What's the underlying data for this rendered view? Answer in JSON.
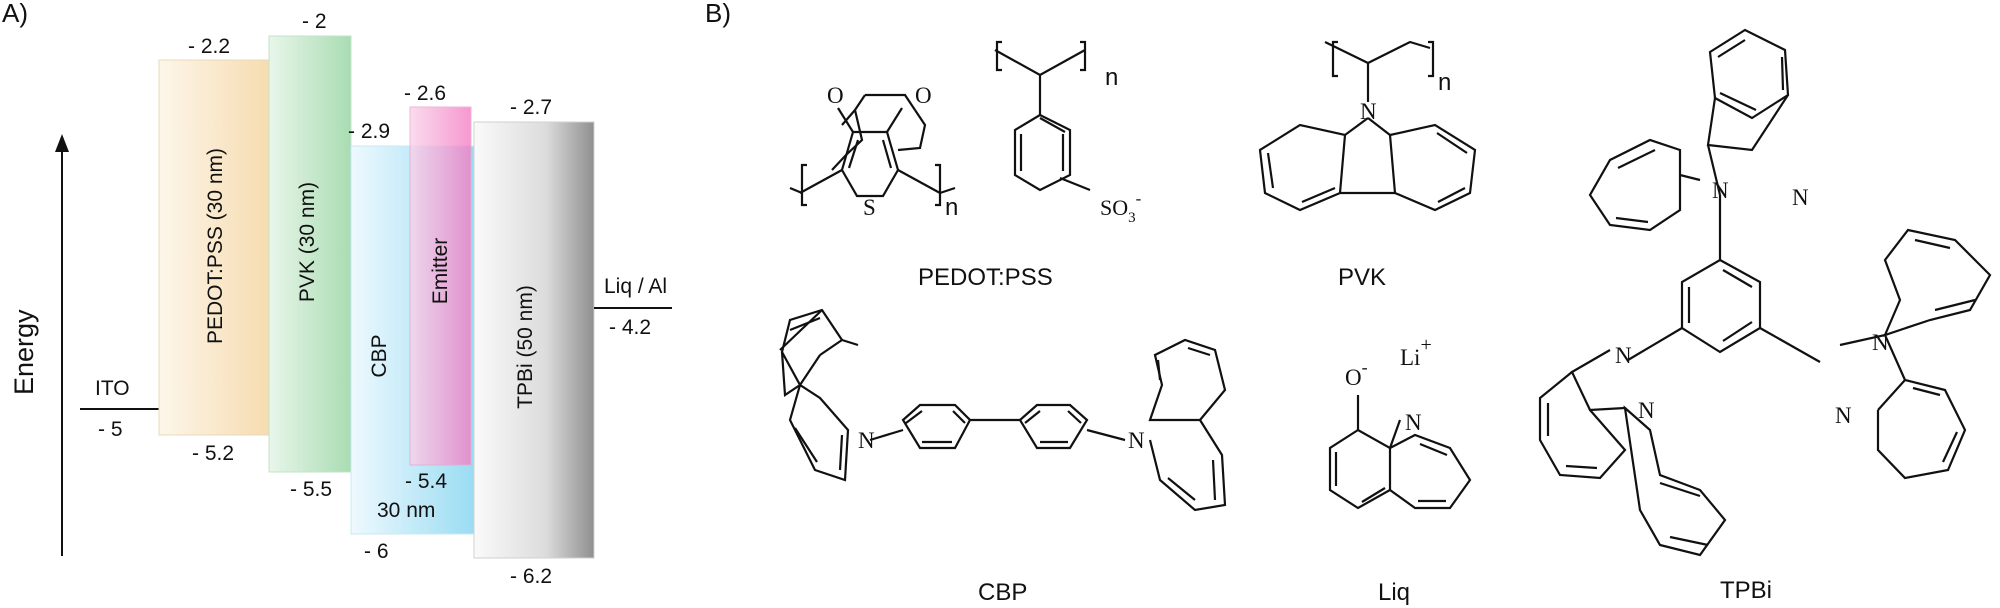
{
  "panel_a": {
    "label": "A)",
    "axis_label": "Energy",
    "electrodes": [
      {
        "id": "ito",
        "name": "ITO",
        "level": "- 5"
      },
      {
        "id": "cathode",
        "name": "Liq / Al",
        "level": "- 4.2"
      }
    ],
    "layers": [
      {
        "id": "pedot",
        "name": "PEDOT:PSS (30 nm)",
        "lumo": "- 2.2",
        "homo": "- 5.2",
        "color": "#f7e0b8"
      },
      {
        "id": "pvk",
        "name": "PVK (30 nm)",
        "lumo": "- 2",
        "homo": "- 5.5",
        "color": "#b6e2bd"
      },
      {
        "id": "cbp",
        "name": "CBP",
        "lumo": "- 2.9",
        "homo": "- 6",
        "thickness": "30 nm",
        "color": "#a9e3f5"
      },
      {
        "id": "emitter",
        "name": "Emitter",
        "lumo": "- 2.6",
        "homo": "- 5.4",
        "color": "#f79bd0"
      },
      {
        "id": "tpbi",
        "name": "TPBi (50 nm)",
        "lumo": "- 2.7",
        "homo": "- 6.2",
        "color": "#9a9a9a"
      }
    ]
  },
  "panel_b": {
    "label": "B)",
    "structures": [
      {
        "id": "pedot-pss",
        "name": "PEDOT:PSS",
        "atoms": [
          "O",
          "O",
          "S",
          "n",
          "n"
        ],
        "sulfonate": "SO",
        "sulfonate_sub": "3",
        "sulfonate_sup": "-"
      },
      {
        "id": "pvk",
        "name": "PVK",
        "atoms": [
          "N",
          "n"
        ]
      },
      {
        "id": "tpbi",
        "name": "TPBi",
        "atoms": [
          "N",
          "N",
          "N",
          "N",
          "N",
          "N"
        ]
      },
      {
        "id": "cbp",
        "name": "CBP",
        "atoms": [
          "N",
          "N"
        ]
      },
      {
        "id": "liq",
        "name": "Liq",
        "oxygen": "O",
        "oxygen_charge": "-",
        "cation": "Li",
        "cation_charge": "+",
        "nitrogen": "N"
      }
    ]
  }
}
